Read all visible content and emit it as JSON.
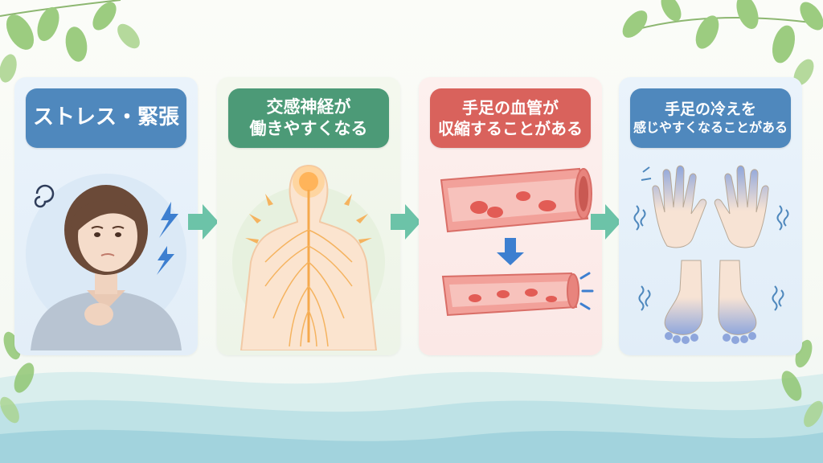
{
  "steps": [
    {
      "line1": "ストレス・緊張",
      "line2": ""
    },
    {
      "line1": "交感神経が",
      "line2": "働きやすくなる"
    },
    {
      "line1": "手足の血管が",
      "line2": "収縮することがある"
    },
    {
      "line1": "手足の冷えを",
      "line2": "感じやすくなることがある"
    }
  ],
  "colors": {
    "blue_label": "#4f88bd",
    "green_label": "#4c9a77",
    "red_label": "#d9625c",
    "arrow": "#6cc3a8"
  },
  "icons": [
    "woman-stressed-illustration",
    "nervous-system-illustration",
    "blood-vessel-illustration",
    "cold-hands-feet-illustration",
    "arrow-right-icon",
    "arrow-down-icon"
  ]
}
